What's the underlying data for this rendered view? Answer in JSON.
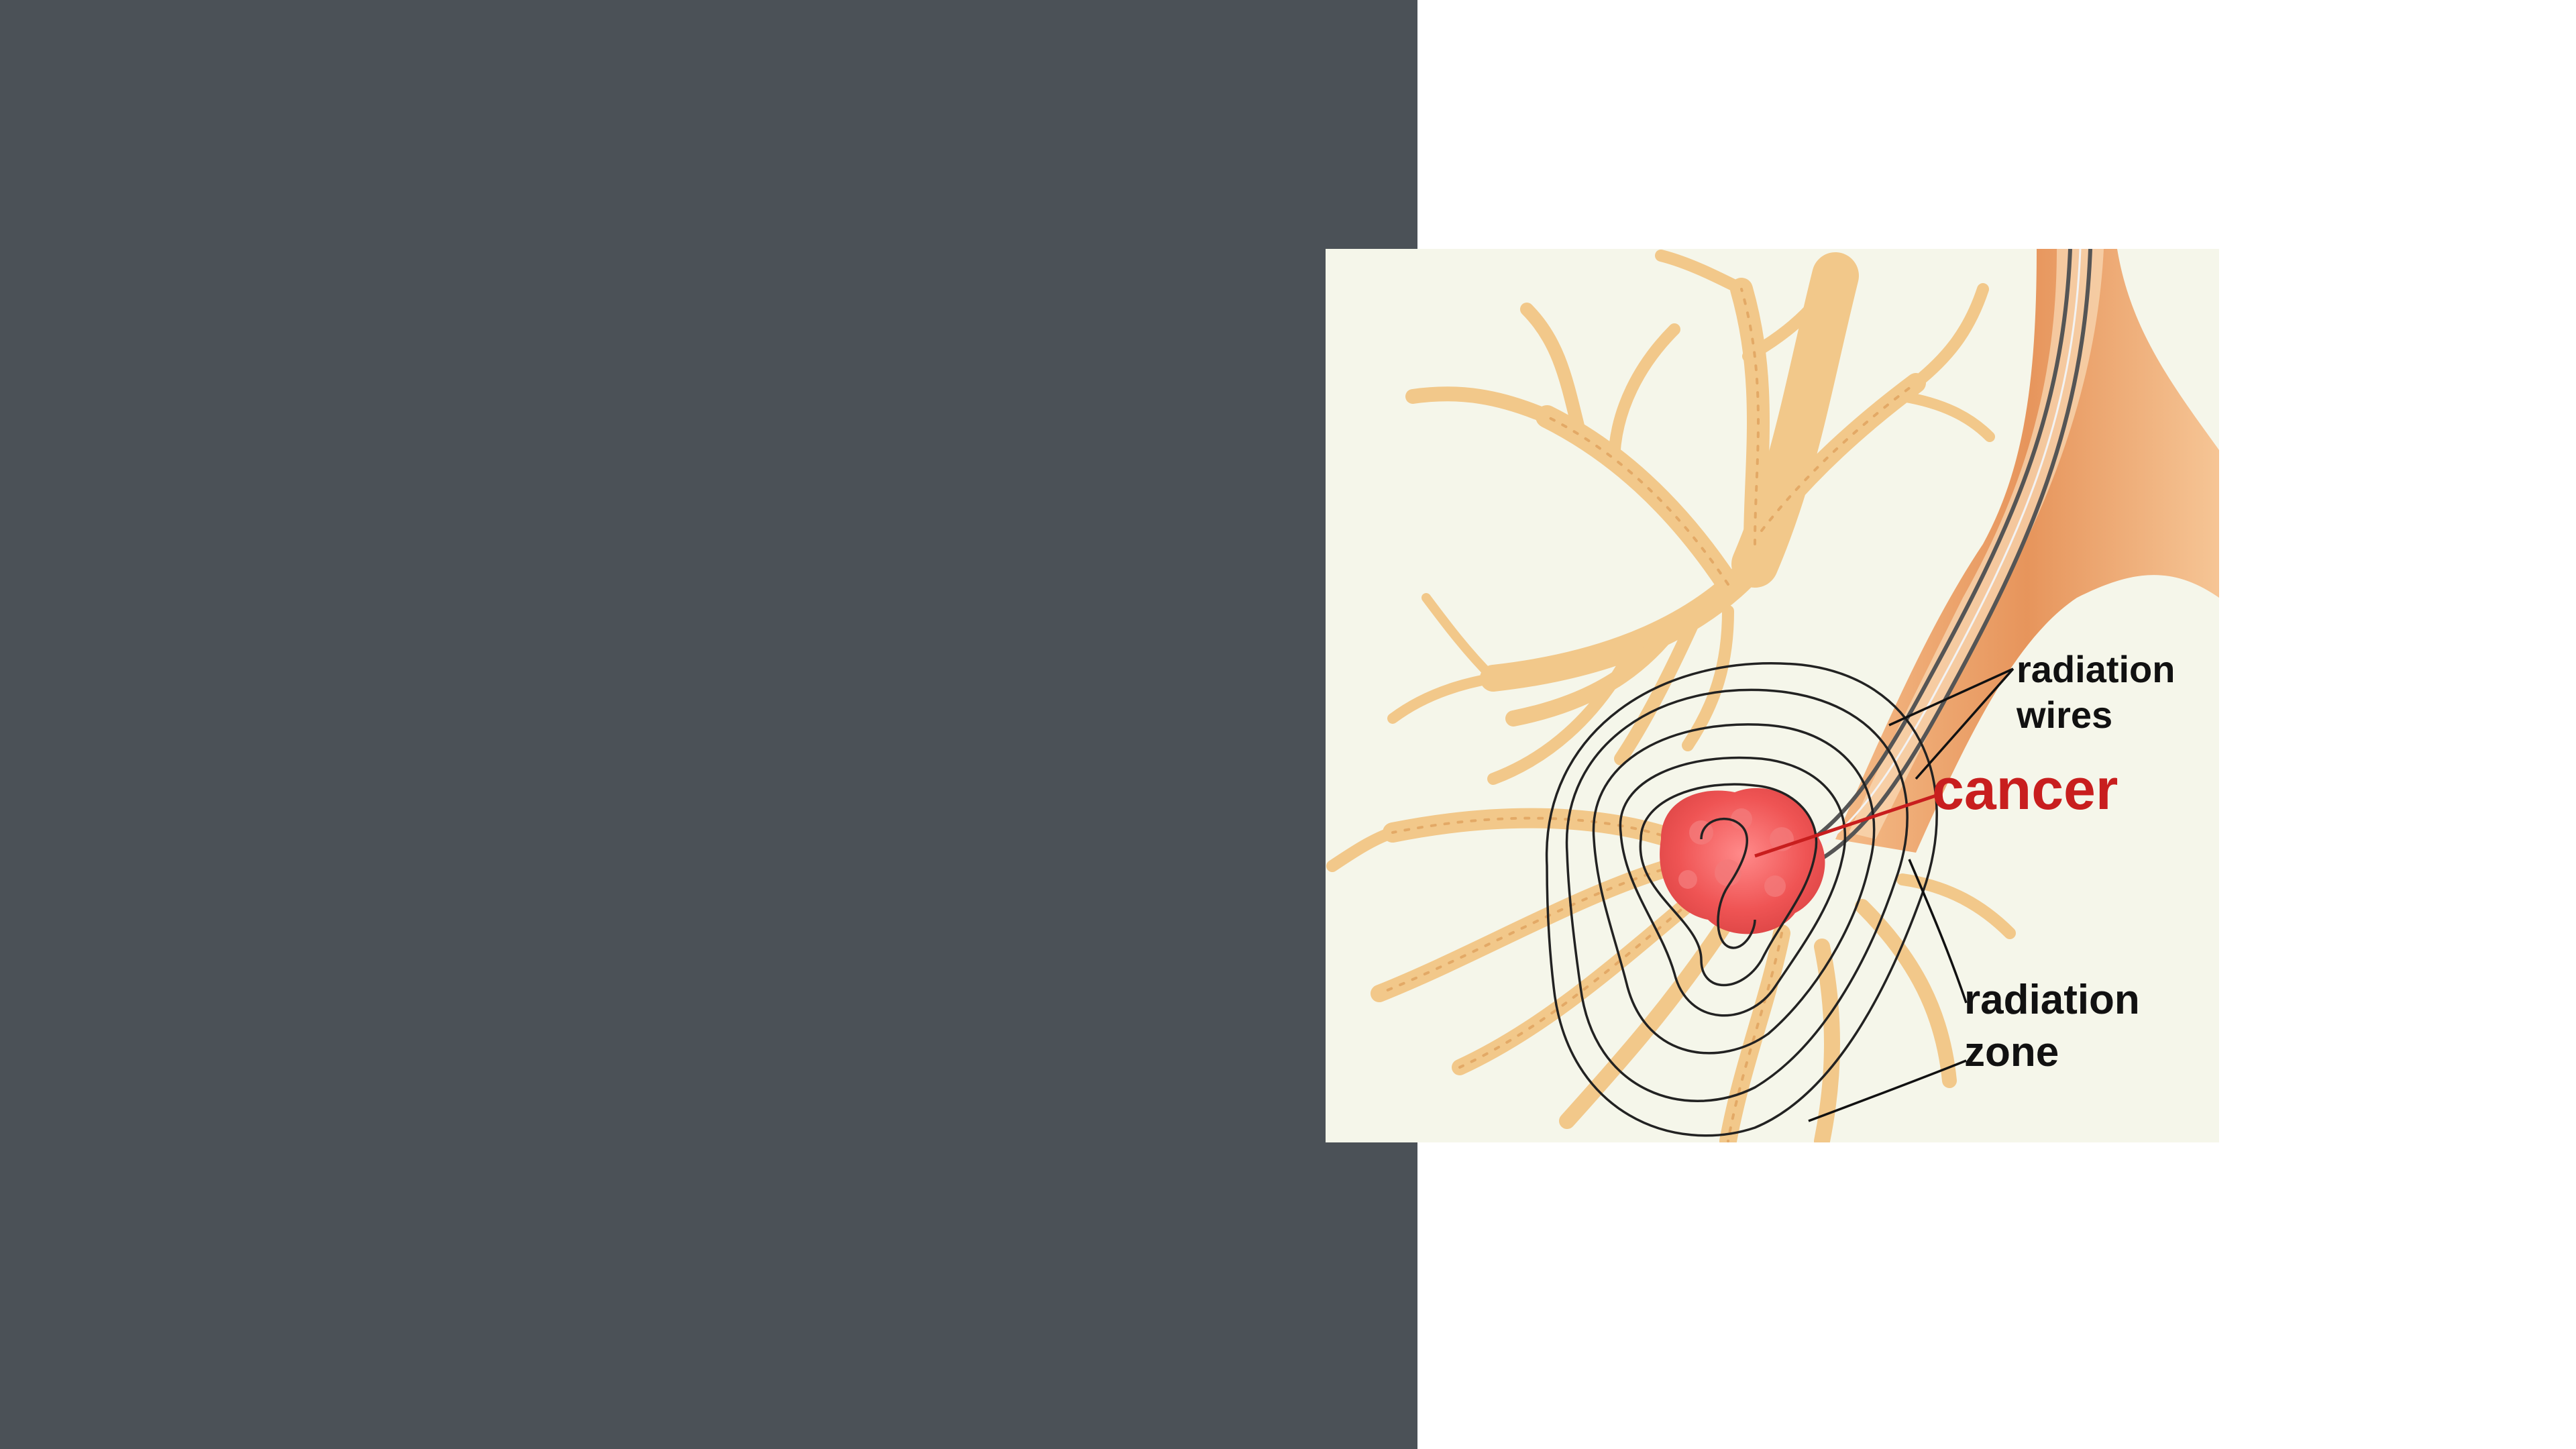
{
  "layout": {
    "left_panel_color": "#4b5157",
    "background_color": "#ffffff",
    "illustration_background": "#f5f6ea"
  },
  "diagram": {
    "colors": {
      "bronchi": "#f2c88a",
      "bronchi_stripe": "#e3a966",
      "airway_wall": "#e89a5c",
      "tumor": "#ef5454",
      "wire": "#5c5c5c",
      "contour": "#222222",
      "cancer_label": "#c81e1e"
    },
    "labels": {
      "radiation_wires_line1": "radiation",
      "radiation_wires_line2": "wires",
      "cancer": "cancer",
      "radiation_zone_line1": "radiation",
      "radiation_zone_line2": "zone"
    }
  }
}
